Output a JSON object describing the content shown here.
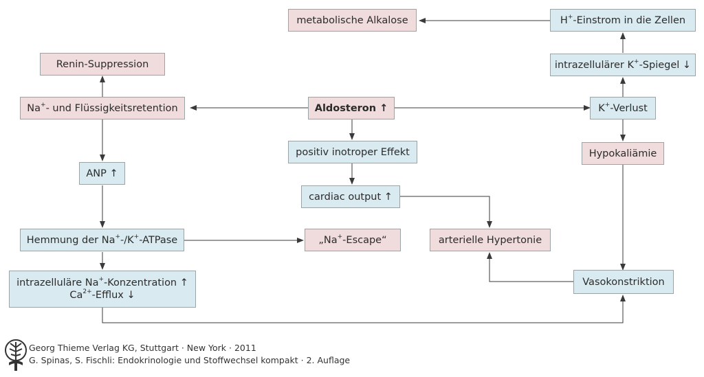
{
  "nodes": {
    "metabolische_alkalose": {
      "text": "metabolische Alkalose"
    },
    "h_einstrom": {
      "pre": "H",
      "sup": "+",
      "post": "-Einstrom in die Zellen"
    },
    "k_spiegel": {
      "pre": "intrazellulärer K",
      "sup": "+",
      "post": "-Spiegel ↓"
    },
    "renin_suppression": {
      "text": "Renin-Suppression"
    },
    "na_retention": {
      "pre": "Na",
      "sup": "+",
      "post": "- und Flüssigkeitsretention"
    },
    "aldosteron": {
      "text": "Aldosteron ↑"
    },
    "k_verlust": {
      "pre": "K",
      "sup": "+",
      "post": "-Verlust"
    },
    "positiv_inotrop": {
      "text": "positiv inotroper Effekt"
    },
    "anp": {
      "text": "ANP ↑"
    },
    "hypokaliaemie": {
      "text": "Hypokaliämie"
    },
    "cardiac_output": {
      "text": "cardiac output ↑"
    },
    "hemmung_atpase": {
      "pre": "Hemmung der Na",
      "sup1": "+",
      "mid": "-/K",
      "sup2": "+",
      "post": "-ATPase"
    },
    "na_escape": {
      "pre": "„Na",
      "sup": "+",
      "post": "-Escape“"
    },
    "arterielle_hypertonie": {
      "text": "arterielle Hypertonie"
    },
    "intrazellulaere_na": {
      "line1_pre": "intrazelluläre Na",
      "line1_sup": "+",
      "line1_post": "-Konzentration ↑",
      "line2_pre": "Ca",
      "line2_sup": "2+",
      "line2_post": "-Efflux ↓"
    },
    "vasokonstriktion": {
      "text": "Vasokonstriktion"
    }
  },
  "footer": {
    "line1": "Georg Thieme Verlag KG, Stuttgart · New York · 2011",
    "line2": "G. Spinas, S. Fischli: Endokrinologie und Stoffwechsel kompakt · 2. Auflage"
  },
  "colors": {
    "blue_box": "#d9ebf1",
    "pink_box": "#f1dcdd",
    "border": "#9aa3a6",
    "arrow": "#3a3a3a"
  }
}
